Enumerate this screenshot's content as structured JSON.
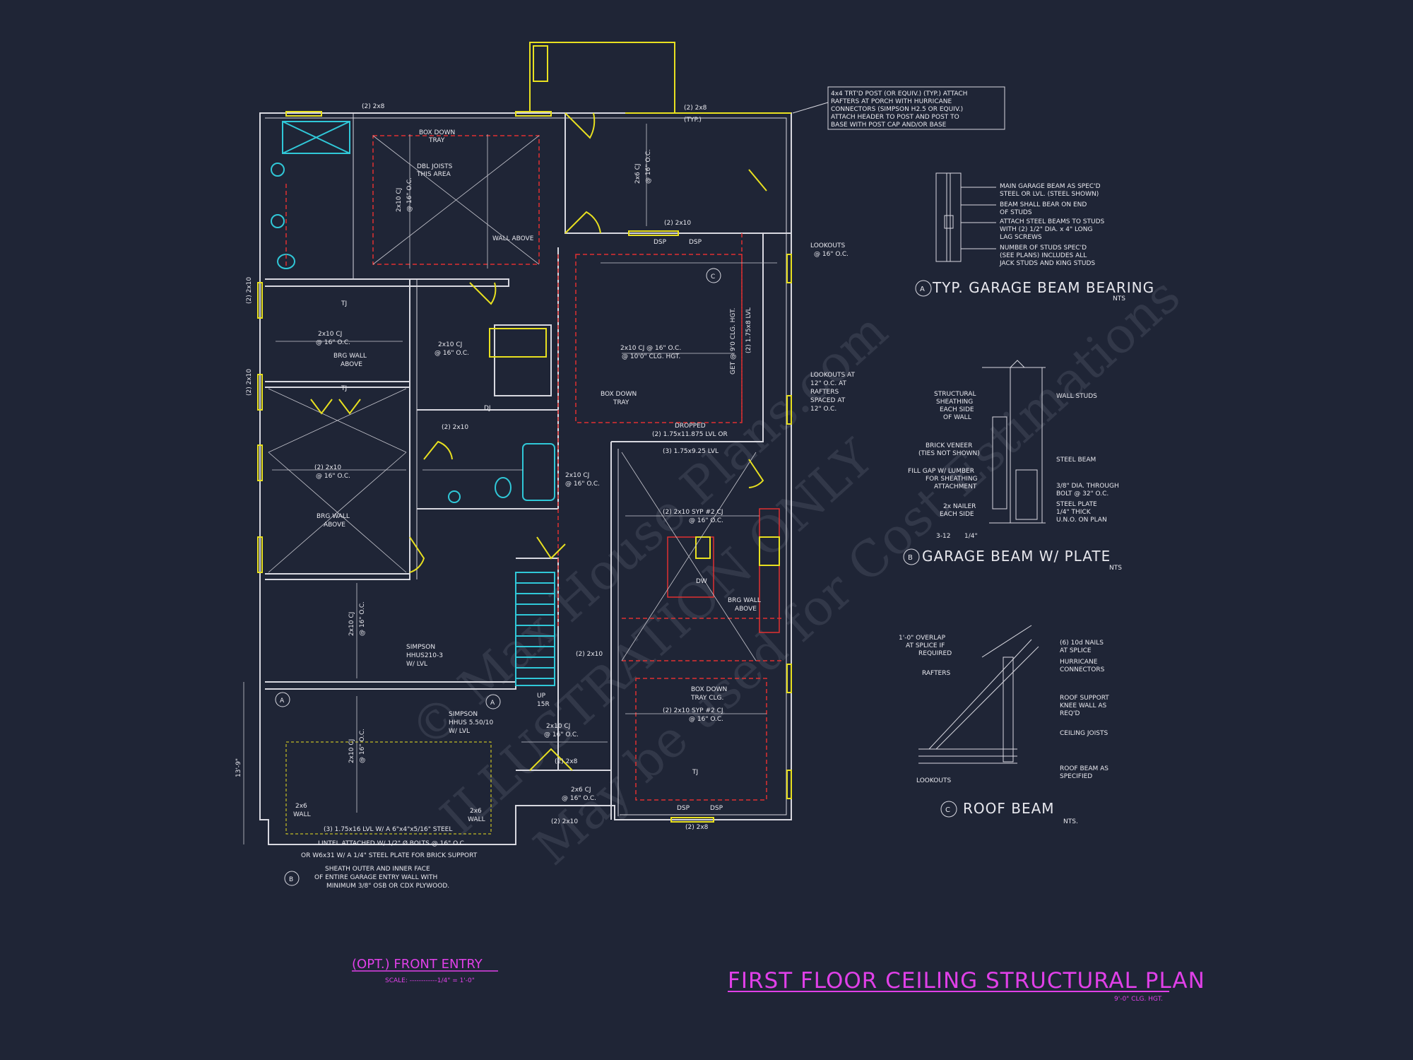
{
  "plan": {
    "title": "FIRST FLOOR CEILING STRUCTURAL PLAN",
    "subtitle": "9'-0\" CLG. HGT.",
    "opt_title": "(OPT.) FRONT ENTRY",
    "opt_scale": "SCALE: ------------1/4\" = 1'-0\""
  },
  "porch_note": [
    "4x4 TRT'D POST (OR EQUIV.) (TYP.) ATTACH",
    "RAFTERS AT PORCH WITH HURRICANE",
    "CONNECTORS (SIMPSON H2.5 OR EQUIV.)",
    "ATTACH HEADER TO POST AND POST TO",
    "BASE WITH POST CAP AND/OR BASE"
  ],
  "labels": {
    "two_2x8_top": "(2) 2x8",
    "typ": "(TYP.)",
    "two_2x8_porch": "(2) 2x8",
    "box_down_tray_1": "BOX DOWN",
    "box_down_tray_1b": "TRAY",
    "dbl_joists": "DBL JOISTS",
    "dbl_joists_b": "THIS AREA",
    "cj_2x10_v": "2x10 CJ",
    "oc16": "@ 16\" O.C.",
    "cj_2x6_porch": "2x6 CJ",
    "wall_above": "WALL ABOVE",
    "two_2x10_a": "(2) 2x10",
    "dsp": "DSP",
    "lookouts": "LOOKOUTS",
    "lookouts_b": "@ 16\" O.C.",
    "cj_2x10_a": "2x10 CJ",
    "brg_wall_above": "BRG WALL",
    "brg_wall_above_b": "ABOVE",
    "tj": "TJ",
    "dj": "DJ",
    "cj_2x10_center": "2x10 CJ @ 16\" O.C.",
    "clg_hgt": "@ 10'0\" CLG. HGT.",
    "box_down_tray_2": "BOX DOWN",
    "box_down_tray_2b": "TRAY",
    "dropped": "DROPPED",
    "lvl_2": "(2) 1.75x11.875 LVL OR",
    "lvl_3": "(3) 1.75x9.25 LVL",
    "lookouts_12": "LOOKOUTS AT",
    "lookouts_12b": "12\" O.C. AT",
    "lookouts_12c": "RAFTERS",
    "lookouts_12d": "SPACED AT",
    "lookouts_12e": "12\" O.C.",
    "two_2x10_b": "(2) 2x10",
    "syp": "(2) 2x10 SYP #2 CJ",
    "simpson_1": "SIMPSON",
    "simpson_1b": "HHUS210-3",
    "simpson_1c": "W/ LVL",
    "simpson_2": "SIMPSON",
    "simpson_2b": "HHUS 5.50/10",
    "simpson_2c": "W/ LVL",
    "two_2x10_c": "(2) 2x10",
    "box_down_tray_3": "BOX DOWN",
    "box_down_tray_3b": "TRAY CLG.",
    "up": "UP",
    "up_b": "15R",
    "two_2x8_c": "(2) 2x8",
    "cj_2x6_b": "2x6 CJ",
    "wall_2x6": "2x6",
    "wall_2x6b": "WALL",
    "lvl_steel": "(3) 1.75x16 LVL W/ A 6\"x4\"x5/16\" STEEL",
    "lintel": "LINTEL ATTACHED W/ 1/2\" Ø BOLTS @ 16\" O.C.",
    "lintel_b": "OR W6x31 W/ A 1/4\" STEEL PLATE FOR BRICK SUPPORT",
    "sheath": "SHEATH OUTER AND INNER FACE",
    "sheath_b": "OF ENTIRE GARAGE ENTRY WALL WITH",
    "sheath_c": "MINIMUM 3/8\" OSB OR CDX PLYWOOD.",
    "two_2x10_d": "(2) 2x10",
    "two_2x8_d": "(2) 2x8",
    "dw": "DW",
    "brg_wall_2": "BRG WALL",
    "brg_wall_2b": "ABOVE",
    "get_lvl": "GET @ 9'0 CLG. HGT.",
    "two_175_lvl": "(2) 1.75x8 LVL",
    "dim_12": "3-12",
    "dim_14": "1/4\"",
    "dim_side": "13'-9\""
  },
  "details": {
    "a_title": "TYP. GARAGE BEAM BEARING",
    "a_nts": "NTS",
    "a_notes": [
      "MAIN GARAGE BEAM AS SPEC'D",
      "STEEL OR LVL. (STEEL SHOWN)",
      "BEAM SHALL BEAR ON END",
      "OF STUDS",
      "ATTACH STEEL BEAMS TO STUDS",
      "WITH (2) 1/2\" DIA. x 4\" LONG",
      "LAG SCREWS",
      "NUMBER OF STUDS SPEC'D",
      "(SEE PLANS) INCLUDES ALL",
      "JACK STUDS AND KING STUDS"
    ],
    "b_title": "GARAGE BEAM W/ PLATE",
    "b_nts": "NTS",
    "b_left": [
      "STRUCTURAL",
      "SHEATHING",
      "EACH SIDE",
      "OF WALL",
      "BRICK VENEER",
      "(TIES NOT SHOWN)",
      "FILL GAP W/ LUMBER",
      "FOR SHEATHING",
      "ATTACHMENT",
      "2x NAILER",
      "EACH SIDE"
    ],
    "b_right": [
      "WALL STUDS",
      "STEEL BEAM",
      "3/8\" DIA. THROUGH",
      "BOLT @ 32\" O.C.",
      "STEEL PLATE",
      "1/4\" THICK",
      "U.N.O. ON PLAN"
    ],
    "c_title": "ROOF BEAM",
    "c_nts": "NTS.",
    "c_left": [
      "1'-0\" OVERLAP",
      "AT SPLICE IF",
      "REQUIRED",
      "RAFTERS",
      "LOOKOUTS"
    ],
    "c_right": [
      "(6) 10d NAILS",
      "AT SPLICE",
      "HURRICANE",
      "CONNECTORS",
      "ROOF SUPPORT",
      "KNEE WALL AS",
      "REQ'D",
      "CEILING JOISTS",
      "ROOF BEAM AS",
      "SPECIFIED"
    ]
  },
  "markers": {
    "a": "A",
    "b": "B",
    "c": "C"
  },
  "watermark": [
    "© Max House Plans.com",
    "ILLUSTRATION ONLY",
    "May be used for Cost Estimations"
  ],
  "colors": {
    "background": "#1f2536",
    "walls": "#d8d8e0",
    "beams": "#e03030",
    "doors": "#e8e020",
    "fixtures": "#30c8d8",
    "titles": "#e040e8"
  }
}
